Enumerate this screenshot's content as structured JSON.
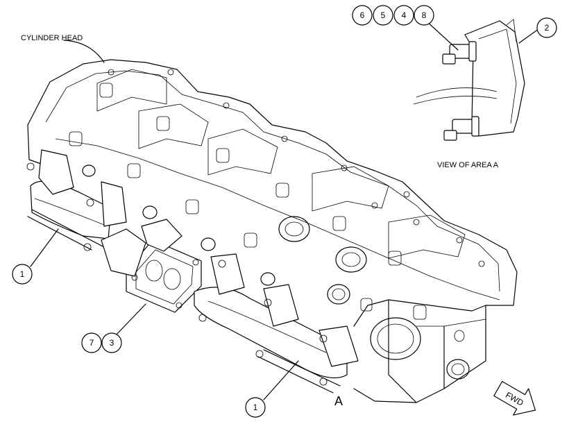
{
  "labels": {
    "cylinder_head": "CYLINDER HEAD",
    "view_of_area": "VIEW OF AREA A",
    "area_letter": "A",
    "fwd": "FWD"
  },
  "callouts_top": [
    "6",
    "5",
    "4",
    "8"
  ],
  "callout_2": "2",
  "callout_1_left": "1",
  "callout_1_bottom": "1",
  "callouts_mid": [
    "7",
    "3"
  ]
}
